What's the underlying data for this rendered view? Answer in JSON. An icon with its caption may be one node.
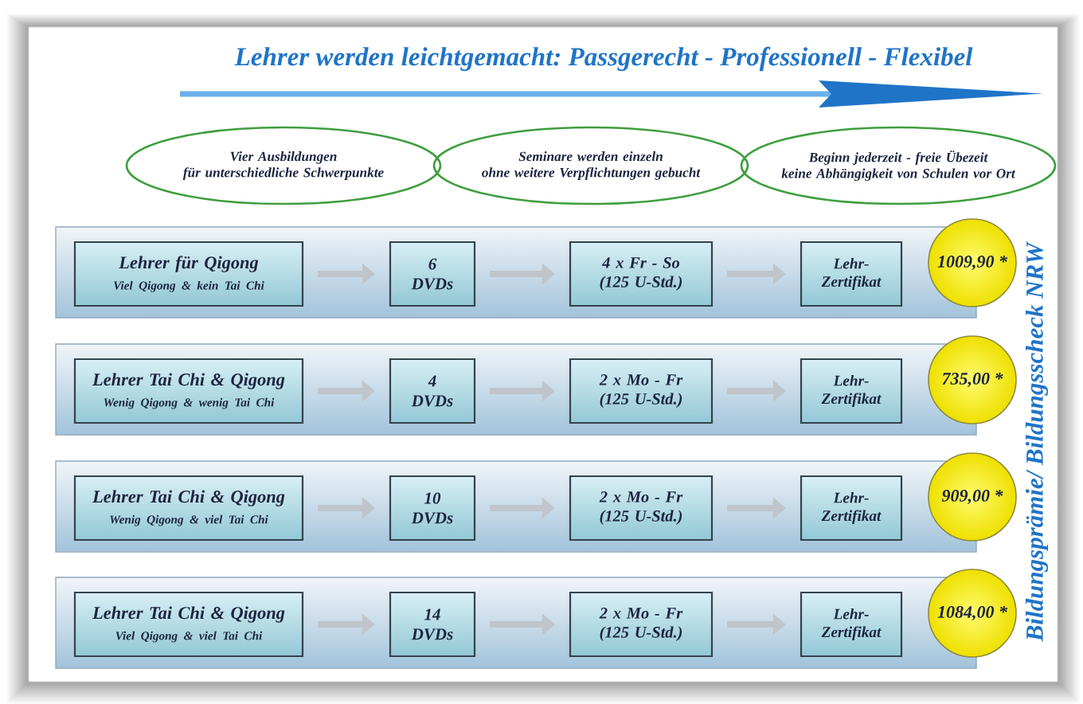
{
  "diagram": {
    "title": "Lehrer werden leichtgemacht: Passgerecht - Professionell - Flexibel",
    "nodes": [
      {
        "text": [
          "Vier Ausbildungen",
          "für unterschiedliche Schwerpunkte"
        ]
      },
      {
        "text": [
          "Seminare werden einzeln",
          "ohne weitere Verpflichtungen gebucht"
        ]
      },
      {
        "text": [
          "Beginn jederzeit - freie Übezeit",
          "keine Abhängigkeit von Schulen vor Ort"
        ]
      },
      {
        "text": [],
        "shape": "bar"
      },
      {
        "text": [
          "Lehrer für Qigong",
          "Viel Qigong & kein Tai Chi"
        ],
        "in": 3
      },
      {
        "text": [
          "6 DVDs"
        ],
        "in": 3
      },
      {
        "text": [
          "4 x Fr - So (125 U-Std.)"
        ],
        "in": 3
      },
      {
        "text": [
          "Lehr- Zertifikat"
        ],
        "in": 3
      },
      {
        "text": [
          "1009,90 *"
        ]
      },
      {
        "text": [],
        "shape": "bar"
      },
      {
        "text": [
          "Lehrer Tai Chi & Qigong",
          "Wenig Qigong & wenig Tai Chi"
        ],
        "in": 9
      },
      {
        "text": [
          "4 DVDs"
        ],
        "in": 9
      },
      {
        "text": [
          "2 x Mo - Fr (125 U-Std.)"
        ],
        "in": 9
      },
      {
        "text": [
          "Lehr- Zertifikat"
        ],
        "in": 9
      },
      {
        "text": [
          "735,00 *"
        ]
      },
      {
        "text": [],
        "shape": "bar"
      },
      {
        "text": [
          "Lehrer Tai Chi & Qigong",
          "Wenig Qigong & viel Tai Chi"
        ],
        "in": 15
      },
      {
        "text": [
          "10 DVDs"
        ],
        "in": 15
      },
      {
        "text": [
          "2 x Mo - Fr (125 U-Std.)"
        ],
        "in": 15
      },
      {
        "text": [
          "Lehr- Zertifikat"
        ],
        "in": 15
      },
      {
        "text": [
          "909,00 *"
        ]
      },
      {
        "text": [],
        "shape": "bar"
      },
      {
        "text": [
          "Lehrer Tai Chi & Qigong",
          "Viel Qigong & viel Tai Chi"
        ],
        "in": 21
      },
      {
        "text": [
          "14 DVDs"
        ],
        "in": 21
      },
      {
        "text": [
          "2 x Mo - Fr (125 U-Std.)"
        ],
        "in": 21
      },
      {
        "text": [
          "Lehr- Zertifikat"
        ],
        "in": 21
      },
      {
        "text": [
          "1084,00 *"
        ]
      }
    ],
    "edges": [
      {
        "from": 4,
        "to": 5,
        "arrow": "to"
      },
      {
        "from": 5,
        "to": 6,
        "arrow": "to"
      },
      {
        "from": 6,
        "to": 7,
        "arrow": "to"
      },
      {
        "from": 10,
        "to": 11,
        "arrow": "to"
      },
      {
        "from": 11,
        "to": 12,
        "arrow": "to"
      },
      {
        "from": 12,
        "to": 13,
        "arrow": "to"
      },
      {
        "from": 16,
        "to": 17,
        "arrow": "to"
      },
      {
        "from": 17,
        "to": 18,
        "arrow": "to"
      },
      {
        "from": 18,
        "to": 19,
        "arrow": "to"
      },
      {
        "from": 22,
        "to": 23,
        "arrow": "to"
      },
      {
        "from": 23,
        "to": 24,
        "arrow": "to"
      },
      {
        "from": 24,
        "to": 25,
        "arrow": "to"
      }
    ],
    "labels": [
      "Bildungsprämie/ Bildungsscheck NRW"
    ]
  }
}
